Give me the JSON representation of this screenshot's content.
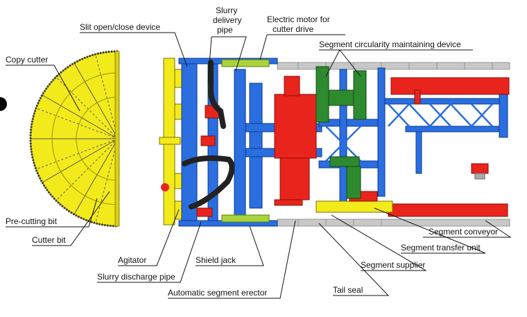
{
  "labels": {
    "slit_device": "Slit open/close device",
    "slurry_delivery_1": "Slurry",
    "slurry_delivery_2": "delivery",
    "slurry_delivery_3": "pipe",
    "motor_1": "Electric motor for",
    "motor_2": "cutter drive",
    "segment_circularity": "Segment circularity maintaining device",
    "copy_cutter": "Copy cutter",
    "pre_cutting_bit": "Pre-cutting bit",
    "cutter_bit": "Cutter bit",
    "agitator": "Agitator",
    "slurry_discharge": "Slurry discharge pipe",
    "shield_jack": "Shield jack",
    "segment_erector": "Automatic segment erector",
    "tail_seal": "Tail seal",
    "segment_supplier": "Segment supplier",
    "segment_transfer": "Segment transfer unit",
    "segment_conveyor": "Segment conveyor"
  },
  "colors": {
    "cutter_yellow": "#f3ea1c",
    "frame_blue": "#2a6ee0",
    "motor_red": "#e8241c",
    "device_green": "#2e8a2e",
    "lining_grey": "#c8c8c8",
    "jack_green": "#a8d43a"
  }
}
